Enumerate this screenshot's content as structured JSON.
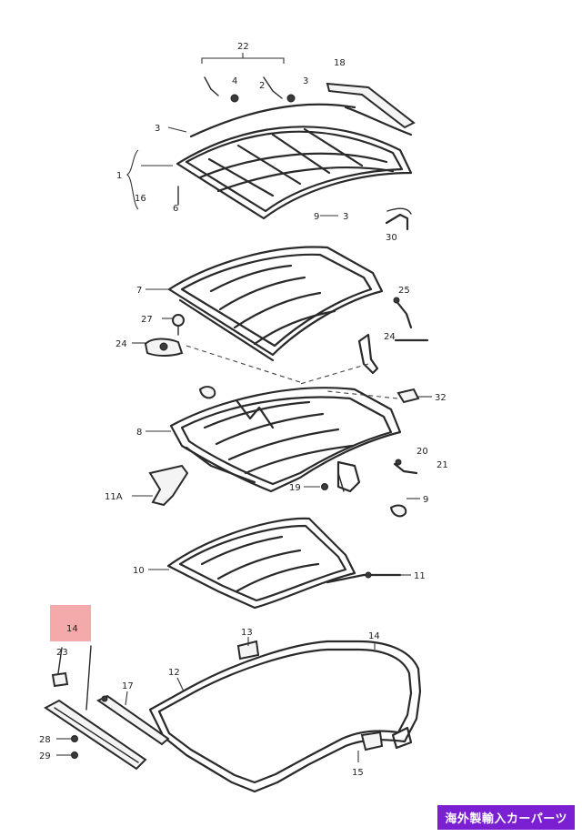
{
  "diagram": {
    "callouts": {
      "c22": "22",
      "c18": "18",
      "c4": "4",
      "c2": "2",
      "c3a": "3",
      "c3b": "3",
      "c1": "1",
      "c16": "16",
      "c6": "6",
      "c9a": "9",
      "c3c": "3",
      "c30": "30",
      "c7": "7",
      "c25": "25",
      "c27": "27",
      "c24a": "24",
      "c24b": "24",
      "c32": "32",
      "c8": "8",
      "c20": "20",
      "c21": "21",
      "c11a": "11A",
      "c19": "19",
      "c9b": "9",
      "c10": "10",
      "c11": "11",
      "c14a": "14",
      "c23": "23",
      "c13": "13",
      "c14b": "14",
      "c12": "12",
      "c17": "17",
      "c28": "28",
      "c29": "29",
      "c15": "15"
    }
  },
  "badge": {
    "text": "海外製輸入カーパーツ"
  }
}
